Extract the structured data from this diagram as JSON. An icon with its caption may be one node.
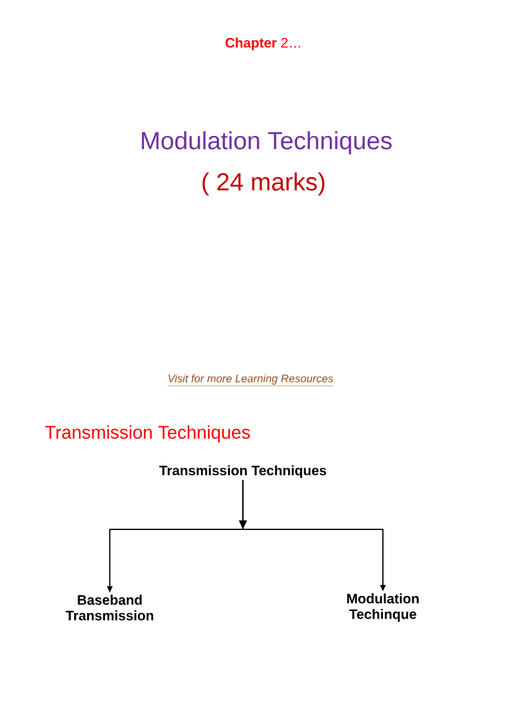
{
  "diagram": {
    "title": "Modulation Techniques",
    "nodes": [
      {
        "text": [
          "Transmission Techniques"
        ]
      },
      {
        "text": [
          "Baseband Transmission"
        ]
      },
      {
        "text": [
          "Modulation Techinque"
        ]
      }
    ],
    "edges": [
      {
        "from": 0,
        "to": 1,
        "arrow": "to"
      },
      {
        "from": 0,
        "to": 2,
        "arrow": "to"
      }
    ],
    "labels": [
      "**Chapter** 2…",
      "( 24 marks)",
      "Visit for more Learning Resources",
      "Transmission Techniques"
    ]
  }
}
